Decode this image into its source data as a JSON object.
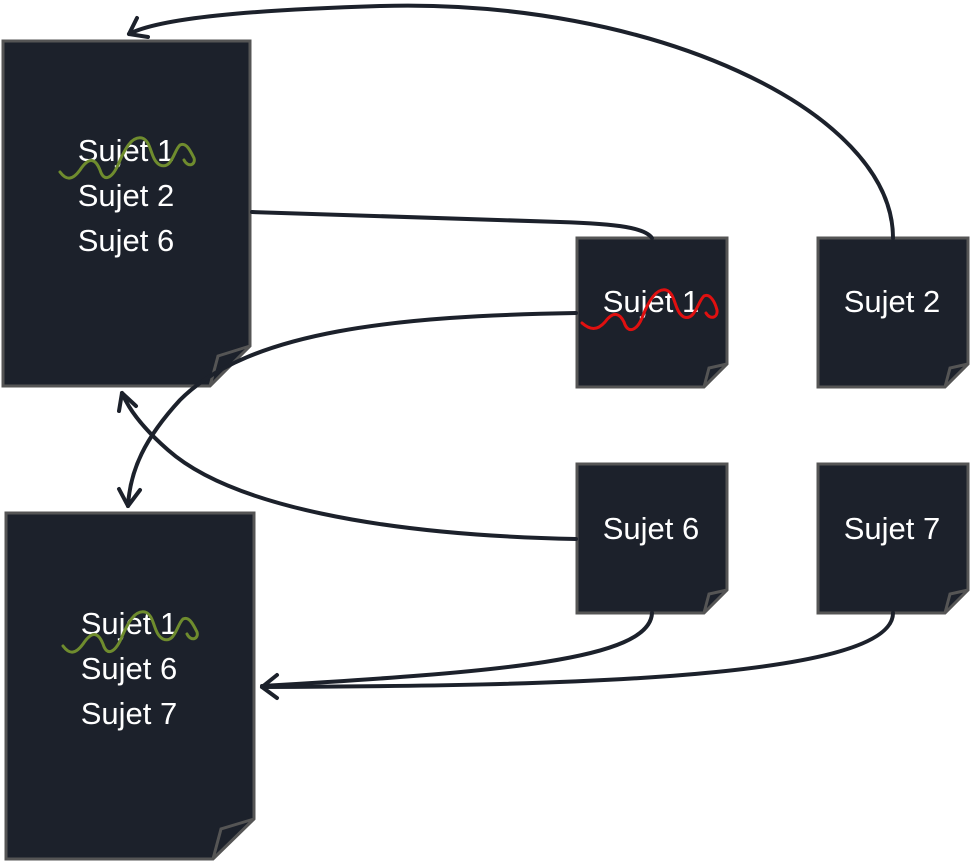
{
  "diagram": {
    "colors": {
      "doc_fill": "#1c212b",
      "doc_border": "#555555",
      "arrow": "#1c212b",
      "text": "#ffffff",
      "scribble_green": "#6f8c2e",
      "scribble_red": "#e01010"
    },
    "documents": [
      {
        "id": "big-top",
        "lines": [
          "Sujet 1",
          "Sujet 2",
          "Sujet 6"
        ],
        "struck_line": 0,
        "strike_color": "green"
      },
      {
        "id": "small-sujet-1",
        "lines": [
          "Sujet 1"
        ],
        "struck_line": 0,
        "strike_color": "red"
      },
      {
        "id": "small-sujet-2",
        "lines": [
          "Sujet 2"
        ]
      },
      {
        "id": "small-sujet-6",
        "lines": [
          "Sujet 6"
        ]
      },
      {
        "id": "small-sujet-7",
        "lines": [
          "Sujet 7"
        ]
      },
      {
        "id": "big-bottom",
        "lines": [
          "Sujet 1",
          "Sujet 6",
          "Sujet 7"
        ],
        "struck_line": 0,
        "strike_color": "green"
      }
    ],
    "connections": [
      {
        "from": "small-sujet-2",
        "to": "big-top",
        "arrowhead": true
      },
      {
        "from": "small-sujet-1",
        "to": "big-top",
        "arrowhead": false
      },
      {
        "from": "small-sujet-1",
        "to": "big-bottom",
        "arrowhead": true
      },
      {
        "from": "small-sujet-6",
        "to": "big-top",
        "arrowhead": true
      },
      {
        "from": "small-sujet-6",
        "to": "big-bottom",
        "arrowhead": true
      },
      {
        "from": "small-sujet-7",
        "to": "big-bottom",
        "arrowhead": true
      }
    ]
  }
}
